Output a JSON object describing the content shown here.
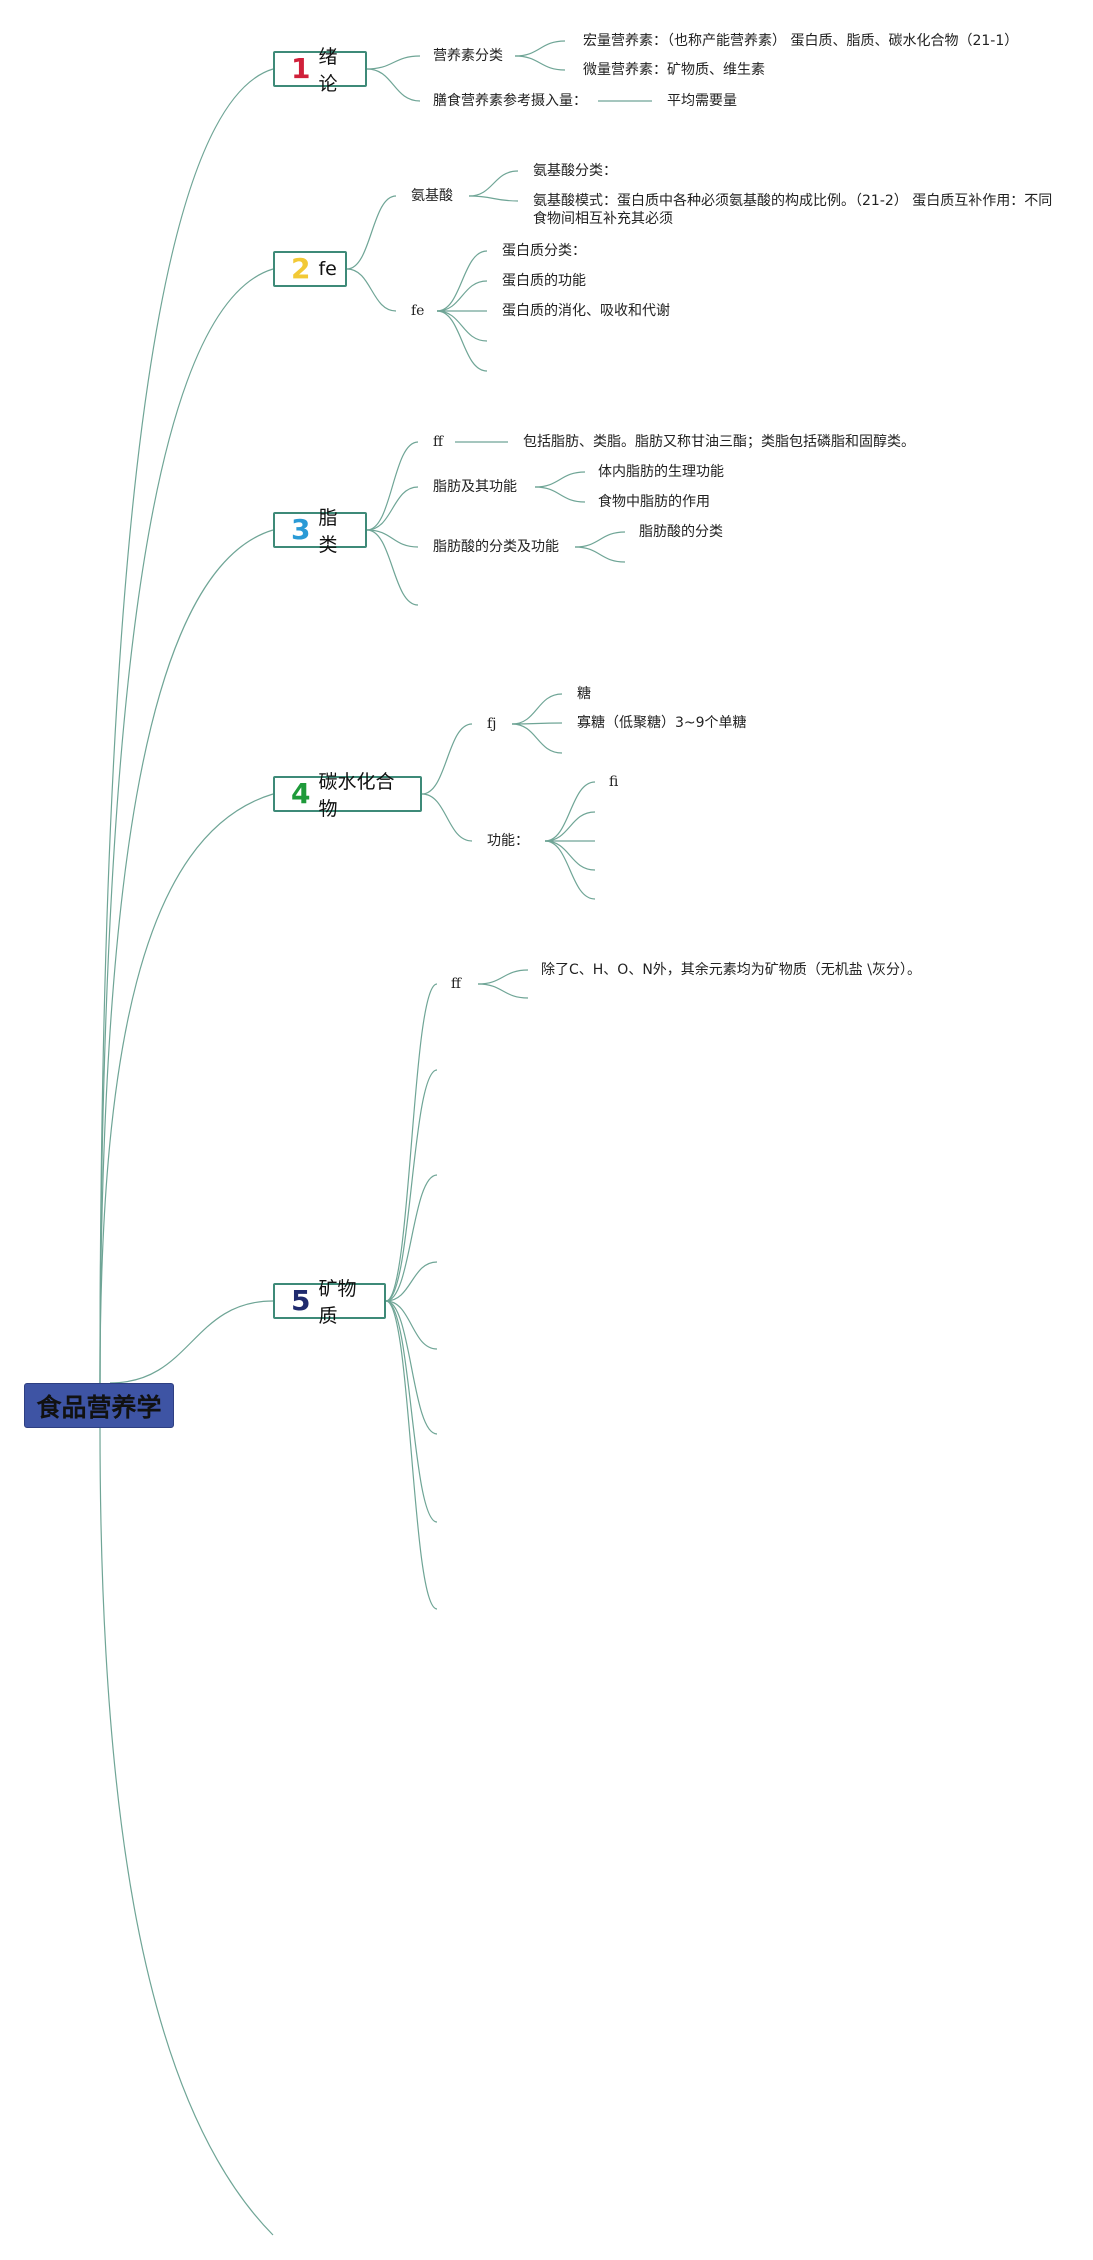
{
  "root": {
    "label": "食品营养学"
  },
  "colors": {
    "line": "#6fa596",
    "root_bg": "#3e54a4",
    "branch_border": "#3e8a78",
    "num1": "#d0203a",
    "num2": "#f2c936",
    "num3": "#2a9ad6",
    "num4": "#1e9a3a",
    "num5": "#1f2a6e"
  },
  "branches": [
    {
      "num": "1",
      "label": "绪论"
    },
    {
      "num": "2",
      "label": "fe"
    },
    {
      "num": "3",
      "label": "脂类"
    },
    {
      "num": "4",
      "label": "碳水化合物"
    },
    {
      "num": "5",
      "label": "矿物质"
    }
  ],
  "nodes": {
    "b1_classify": "营养素分类",
    "b1_macro": "宏量营养素：（也称产能营养素） 蛋白质、脂质、碳水化合物（21-1）",
    "b1_micro": "微量营养素：矿物质、维生素",
    "b1_dri": "膳食营养素参考摄入量：",
    "b1_ear": "平均需要量",
    "b2_amino": "氨基酸",
    "b2_amino_class": "氨基酸分类：",
    "b2_amino_pattern": "氨基酸模式：蛋白质中各种必须氨基酸的构成比例。（21-2） 蛋白质互补作用：不同食物间相互补充其必须",
    "b2_fe": "fe",
    "b2_protein_class": "蛋白质分类：",
    "b2_protein_func": "蛋白质的功能",
    "b2_protein_digest": "蛋白质的消化、吸收和代谢",
    "b3_ff": "ff",
    "b3_ff_desc": "包括脂肪、类脂。脂肪又称甘油三酯；类脂包括磷脂和固醇类。",
    "b3_fat_func": "脂肪及其功能",
    "b3_body_fat": "体内脂肪的生理功能",
    "b3_food_fat": "食物中脂肪的作用",
    "b3_fatty_acid": "脂肪酸的分类及功能",
    "b3_fatty_acid_class": "脂肪酸的分类",
    "b4_fj": "fj",
    "b4_sugar": "糖",
    "b4_oligo": "寡糖（低聚糖）3~9个单糖",
    "b4_func": "功能：",
    "b4_fi": "fi",
    "b5_ff": "ff",
    "b5_desc": "除了C、H、O、N外，其余元素均为矿物质（无机盐 \\灰分）。"
  }
}
